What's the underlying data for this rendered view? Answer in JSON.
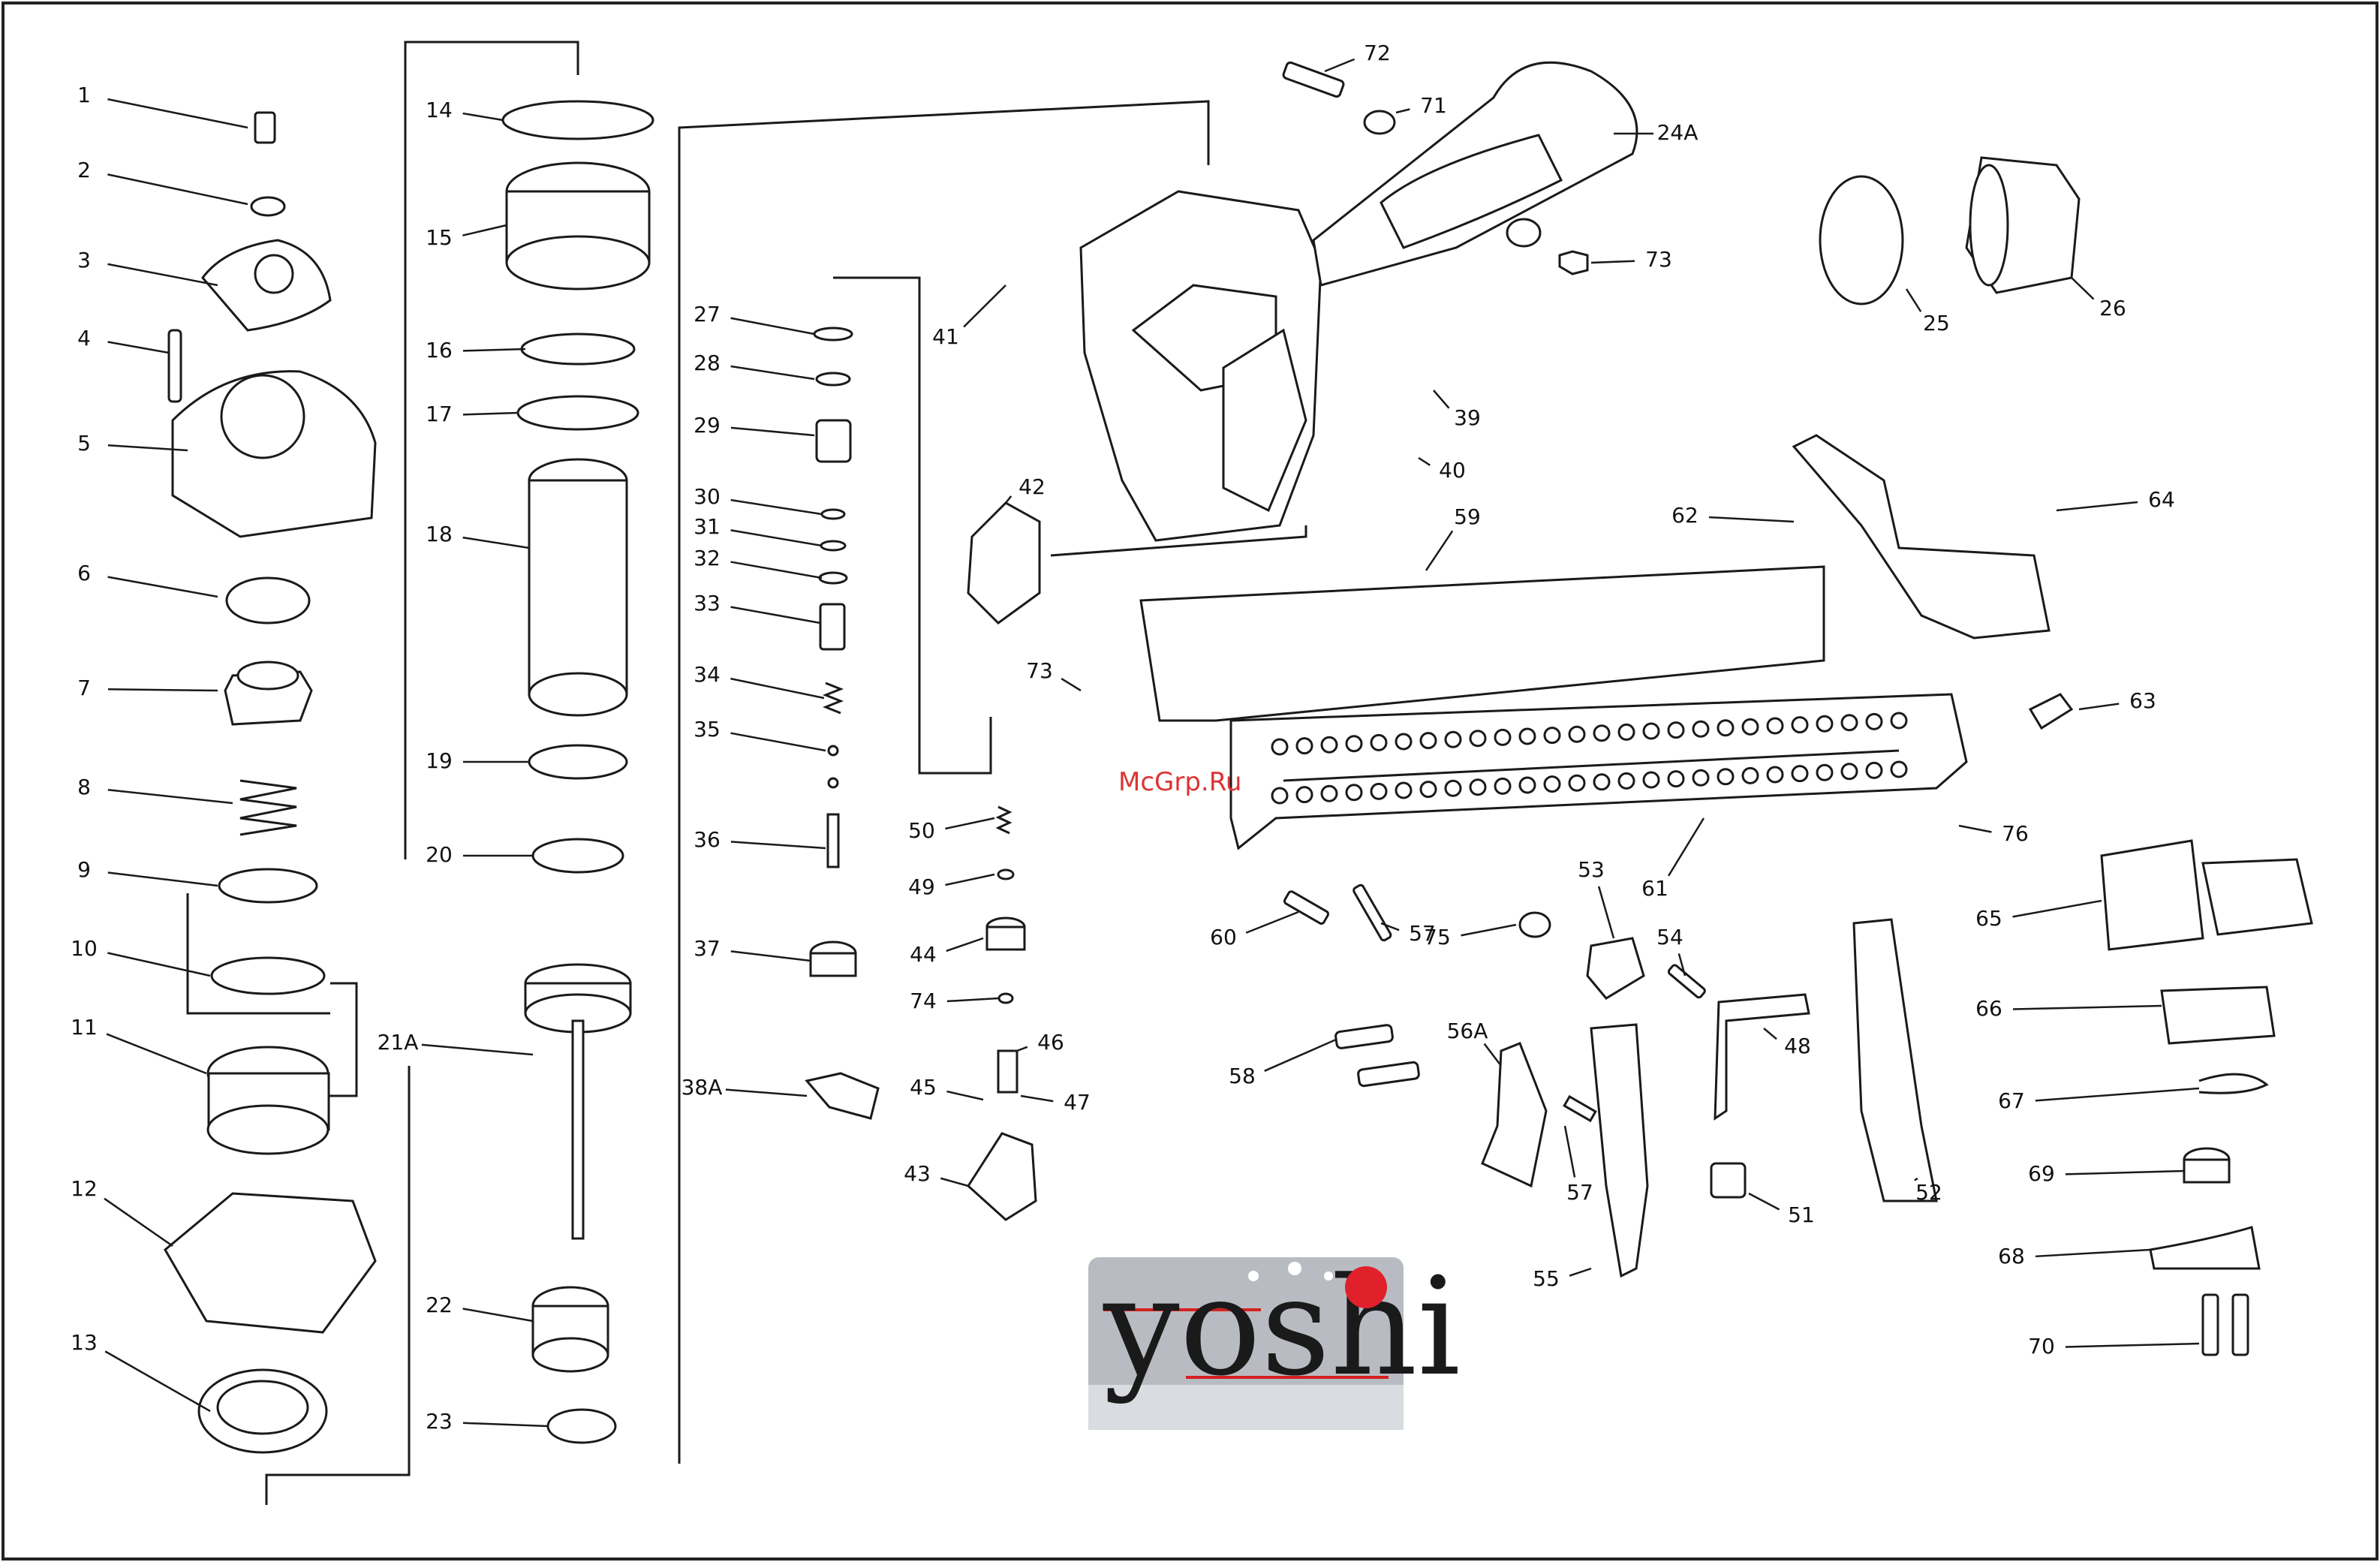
{
  "diagram": {
    "callouts": [
      "1",
      "2",
      "3",
      "4",
      "5",
      "6",
      "7",
      "8",
      "9",
      "10",
      "11",
      "12",
      "13",
      "14",
      "15",
      "16",
      "17",
      "18",
      "19",
      "20",
      "21A",
      "22",
      "23",
      "24A",
      "25",
      "26",
      "27",
      "28",
      "29",
      "30",
      "31",
      "32",
      "33",
      "34",
      "35",
      "36",
      "37",
      "38A",
      "39",
      "40",
      "41",
      "42",
      "43",
      "44",
      "45",
      "46",
      "47",
      "48",
      "49",
      "50",
      "51",
      "52",
      "53",
      "54",
      "55",
      "56A",
      "57",
      "57",
      "58",
      "59",
      "60",
      "61",
      "62",
      "63",
      "64",
      "65",
      "66",
      "67",
      "68",
      "69",
      "70",
      "71",
      "72",
      "73",
      "73",
      "74",
      "75",
      "76"
    ]
  },
  "watermark": {
    "text": "McGrp.Ru",
    "color": "#d33333"
  },
  "logo": {
    "text": "yoshi",
    "dot_color": "#e0202a",
    "panel_color": "#b8bcc2"
  },
  "colors": {
    "line": "#1a1a1a",
    "frame": "#222222",
    "background": "#ffffff"
  }
}
